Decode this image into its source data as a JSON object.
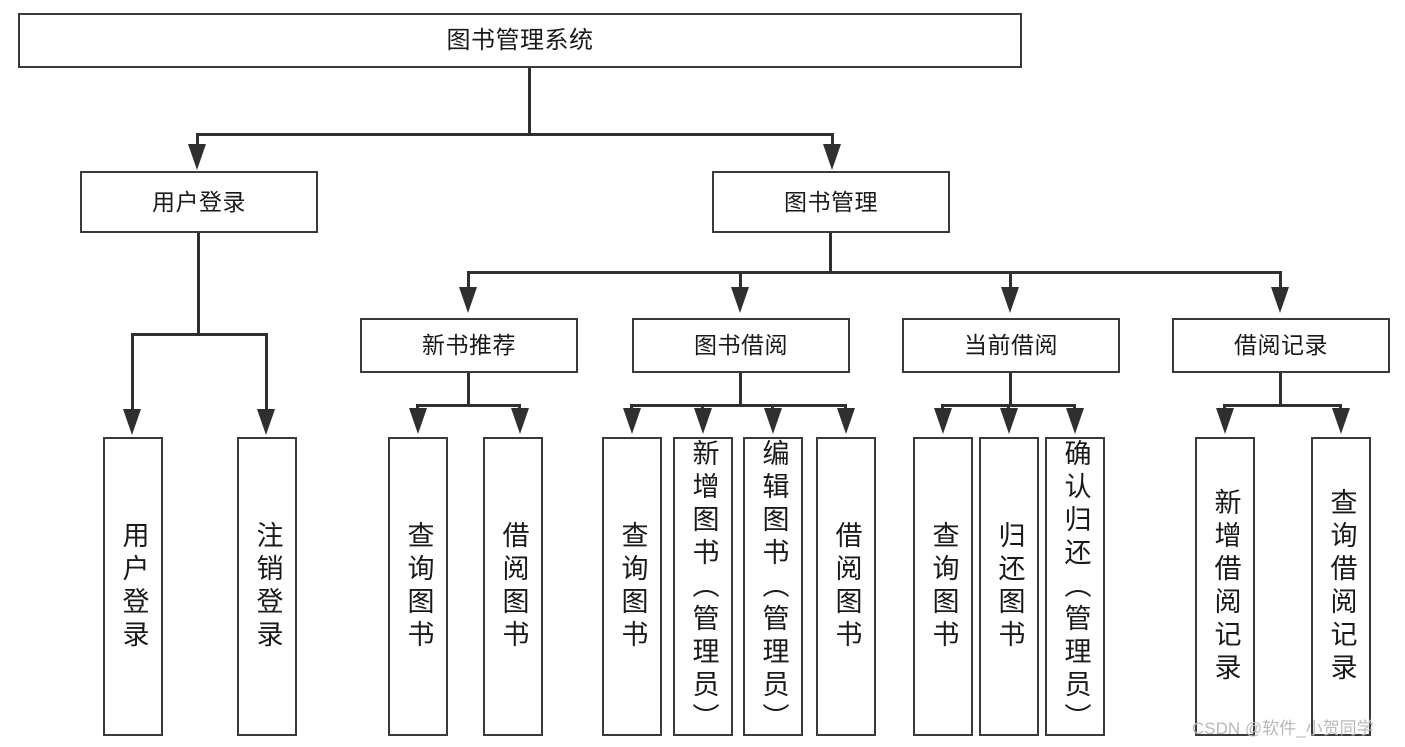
{
  "diagram": {
    "type": "tree-hierarchy-chart",
    "title": "图书管理系统",
    "root": {
      "label": "图书管理系统"
    },
    "tier1": [
      {
        "label": "用户登录"
      },
      {
        "label": "图书管理"
      }
    ],
    "tier2": [
      {
        "label": "新书推荐"
      },
      {
        "label": "图书借阅"
      },
      {
        "label": "当前借阅"
      },
      {
        "label": "借阅记录"
      }
    ],
    "leaves": {
      "user_login": [
        {
          "label": "用户登录"
        },
        {
          "label": "注销登录"
        }
      ],
      "new_book_recommend": [
        {
          "label": "查询图书"
        },
        {
          "label": "借阅图书"
        }
      ],
      "book_borrow": [
        {
          "label": "查询图书"
        },
        {
          "label": "新增图书（管理员）"
        },
        {
          "label": "编辑图书（管理员）"
        },
        {
          "label": "借阅图书"
        }
      ],
      "current_borrow": [
        {
          "label": "查询图书"
        },
        {
          "label": "归还图书"
        },
        {
          "label": "确认归还（管理员）"
        }
      ],
      "borrow_record": [
        {
          "label": "新增借阅记录"
        },
        {
          "label": "查询借阅记录"
        }
      ]
    }
  },
  "watermark": {
    "text": "CSDN @软件_小贺同学"
  },
  "colors": {
    "box_border": "#3a3a3a",
    "connector": "#2f2f2f",
    "background": "#ffffff",
    "text": "#1a1a1a",
    "watermark": "#b9b9b9"
  }
}
